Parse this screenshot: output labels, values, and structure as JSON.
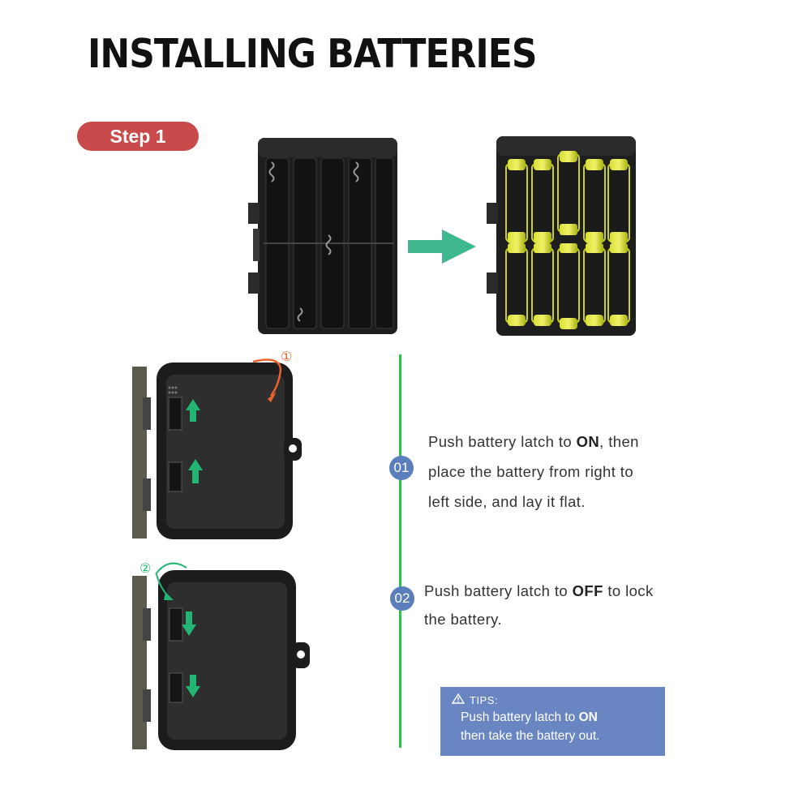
{
  "title": "INSTALLING BATTERIES",
  "step_badge": "Step 1",
  "annotations": {
    "circle_1": "①",
    "circle_2": "②"
  },
  "steps": [
    {
      "number": "01",
      "line1_pre": "Push battery latch to ",
      "line1_bold": "ON",
      "line1_post": ", then",
      "line2": "place the battery from right to",
      "line3": "left side, and lay it flat."
    },
    {
      "number": "02",
      "line1_pre": "Push battery latch to ",
      "line1_bold": "OFF",
      "line1_post": " to lock",
      "line2": "the battery."
    }
  ],
  "tips": {
    "icon": "warning-icon",
    "heading": "TIPS:",
    "line1_pre": "Push battery latch to ",
    "line1_bold": "ON",
    "line2": "then take the battery out."
  },
  "colors": {
    "badge": "#c94a4a",
    "timeline": "#2fc14e",
    "number_circle": "#5b7ebc",
    "tips_box": "#6986c2",
    "arrow": "#3fb88f",
    "latch_arrow": "#22b573",
    "orange_arrow": "#e8642a",
    "battery_yellow": "#c8d21e"
  }
}
